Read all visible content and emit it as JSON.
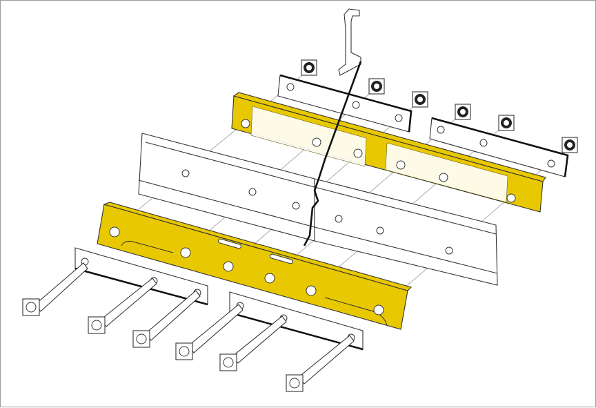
{
  "diagram": {
    "subject": "exploded-rail-joint-assembly",
    "colors": {
      "fishplate": "#e8c800",
      "outline": "#333333",
      "guide_line": "#aaaaaa",
      "frame_border": "#9a9a9a"
    },
    "counts": {
      "bolts": 6,
      "nuts": 6,
      "fishplates": 2,
      "lock_plates": 4
    }
  }
}
